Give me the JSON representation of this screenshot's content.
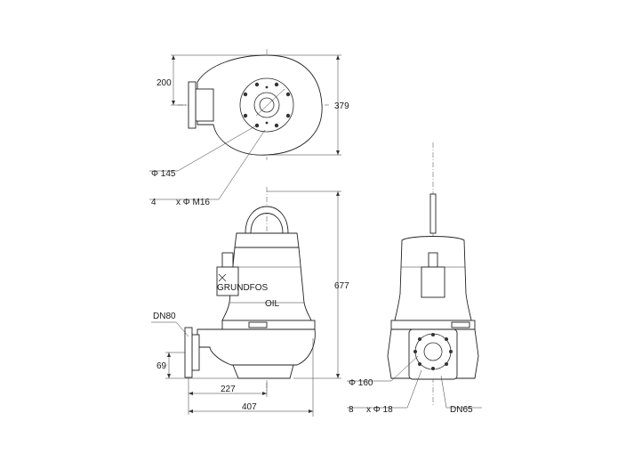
{
  "dimensions": {
    "top_offset": "200",
    "top_height": "379",
    "bolt_circle": "Φ 145",
    "bolt_count": "4",
    "bolt_size": "x Φ M16",
    "outlet": "DN80",
    "total_height": "677",
    "outlet_height": "69",
    "center_offset": "227",
    "total_width": "407",
    "inlet_circle": "Φ 160",
    "inlet_bolt_count": "8",
    "inlet_bolt_size": "x Φ 18",
    "inlet": "DN65"
  },
  "labels": {
    "oil_mark": "OIL",
    "brand_mark": "GRUNDFOS"
  }
}
